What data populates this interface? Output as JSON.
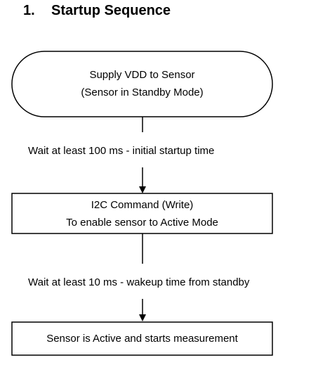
{
  "heading": {
    "number": "1.",
    "title": "Startup Sequence"
  },
  "flowchart": {
    "start_node": {
      "line1": "Supply VDD to Sensor",
      "line2": "(Sensor in Standby Mode)"
    },
    "wait1": "Wait at least 100 ms - initial startup time",
    "command_node": {
      "line1": "I2C Command (Write)",
      "line2": "To enable sensor to Active Mode"
    },
    "wait2": "Wait at least 10 ms - wakeup time from standby",
    "end_node": {
      "line1": "Sensor is Active and starts measurement"
    }
  }
}
